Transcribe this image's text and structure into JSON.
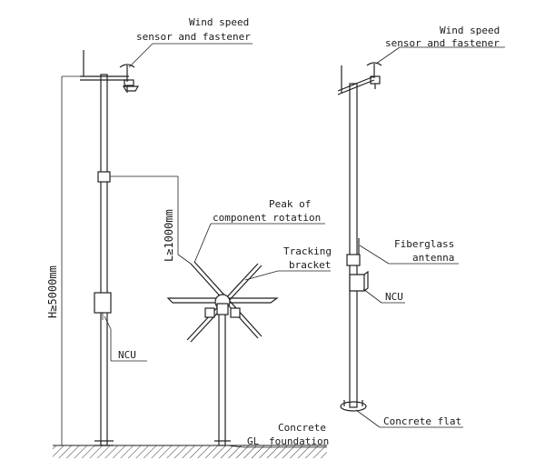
{
  "labels": {
    "wind_sensor_left": [
      "Wind speed",
      "sensor and fastener"
    ],
    "wind_sensor_right": [
      "Wind speed",
      "sensor and fastener"
    ],
    "peak": [
      "Peak of",
      "component rotation"
    ],
    "tracking": [
      "Tracking",
      "bracket"
    ],
    "fiberglass": [
      "Fiberglass",
      "antenna"
    ],
    "ncu_left": "NCU",
    "ncu_right": "NCU",
    "concrete_flat": "Concrete flat",
    "concrete_foundation": [
      "Concrete",
      "foundation"
    ],
    "gl": "GL",
    "height_dim": "H≥5000mm",
    "length_dim": "L≥1000mm"
  }
}
